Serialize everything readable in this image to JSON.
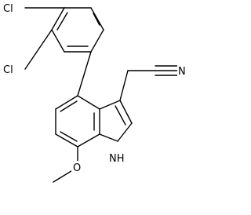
{
  "molecule": {
    "labels": {
      "cl_top": "Cl",
      "cl_bottom": "Cl",
      "nitrile_n": "N",
      "indole_nh": "NH",
      "methoxy_o": "O"
    }
  }
}
